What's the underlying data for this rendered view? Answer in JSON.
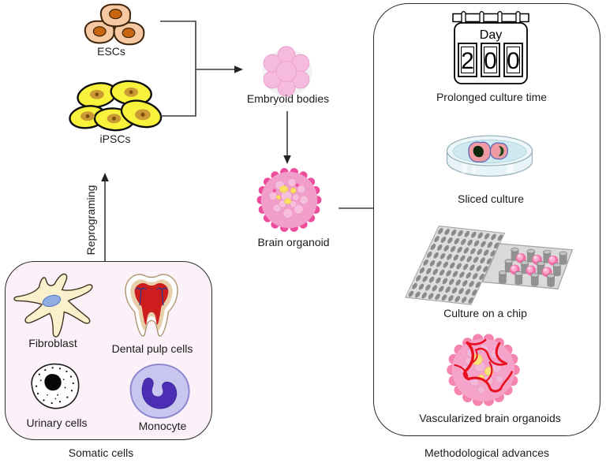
{
  "diagram": {
    "pluripotent": {
      "esc_label": "ESCs",
      "ipsc_label": "iPSCs"
    },
    "reprogramming_label": "Reprograming",
    "somatic": {
      "title": "Somatic cells",
      "cells": [
        {
          "label": "Fibroblast"
        },
        {
          "label": "Dental pulp cells"
        },
        {
          "label": "Urinary cells"
        },
        {
          "label": "Monocyte"
        }
      ]
    },
    "flow": {
      "embryoid_label": "Embryoid bodies",
      "organoid_label": "Brain organoid"
    },
    "advances": {
      "title": "Methodological advances",
      "calendar": {
        "day_label": "Day",
        "digits": [
          "2",
          "0",
          "0"
        ]
      },
      "items": [
        {
          "label": "Prolonged culture time"
        },
        {
          "label": "Sliced culture"
        },
        {
          "label": "Culture on a chip"
        },
        {
          "label": "Vascularized brain organoids"
        }
      ]
    },
    "colors": {
      "esc_cell": "#f6c9a2",
      "esc_nucleus": "#c8660f",
      "ipsc_cell": "#f8f23c",
      "ipsc_nucleus": "#cb9a35",
      "embryoid_pink": "#f6badd",
      "organoid_rim": "#ee4c9c",
      "organoid_body": "#f19fca",
      "organoid_yellow": "#fae163",
      "vessel_red": "#e8101f",
      "somatic_box_bg": "#fcf1f9",
      "fibroblast_body": "#fbf0cc",
      "fibroblast_nucleus": "#8fade0",
      "tooth_dentin": "#e9cfa9",
      "tooth_pulp": "#cd1d1d",
      "monocyte_body": "#c8c5ef",
      "monocyte_nucleus": "#4b2eb4",
      "petri_media": "#cfe9f1",
      "chip_gray": "#dedede",
      "line": "#3d3d3d"
    }
  }
}
